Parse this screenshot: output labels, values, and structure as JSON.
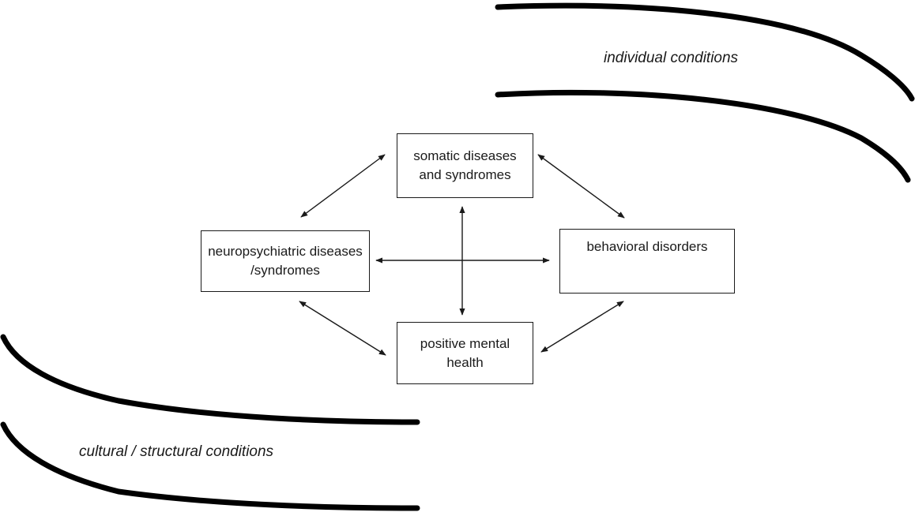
{
  "boxes": {
    "somatic": "somatic diseases and syndromes",
    "neuropsychiatric": "neuropsychiatric diseases /syndromes",
    "behavioral": "behavioral disorders",
    "positive": "positive mental health"
  },
  "regions": {
    "individual": "individual conditions",
    "cultural": "cultural / structural conditions"
  }
}
